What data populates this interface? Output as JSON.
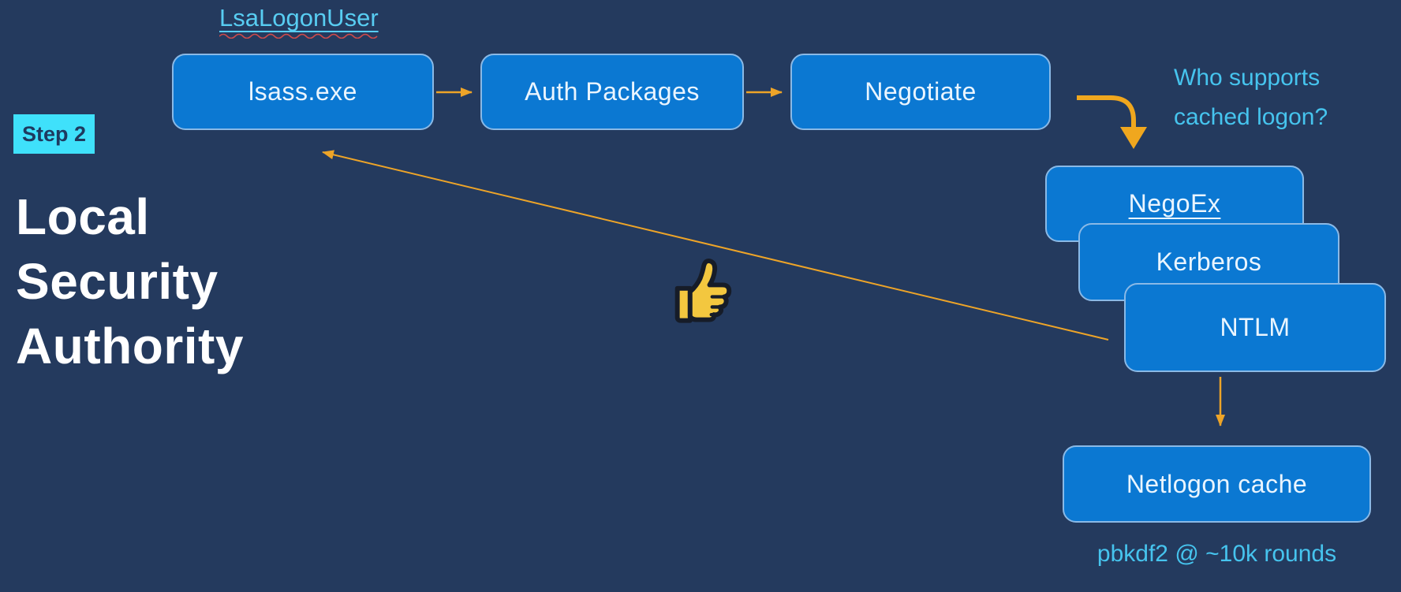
{
  "slide": {
    "step_badge": {
      "label": "Step 2"
    },
    "title": {
      "lines": [
        "Local",
        "Security",
        "Authority"
      ]
    },
    "api_link": {
      "label": "LsaLogonUser"
    },
    "question": {
      "lines": [
        "Who supports",
        "cached logon?"
      ]
    },
    "flow_boxes": [
      {
        "id": "lsass",
        "label": "lsass.exe"
      },
      {
        "id": "auth-packages",
        "label": "Auth Packages"
      },
      {
        "id": "negotiate",
        "label": "Negotiate"
      }
    ],
    "package_stack": [
      {
        "id": "negoex",
        "label": "NegoEx",
        "hyperlink": true
      },
      {
        "id": "kerberos",
        "label": "Kerberos",
        "hyperlink": false
      },
      {
        "id": "ntlm",
        "label": "NTLM",
        "hyperlink": false
      }
    ],
    "cache_box": {
      "label": "Netlogon cache"
    },
    "note": {
      "label": "pbkdf2 @ ~10k rounds"
    },
    "icons": {
      "thumbs_up": "thumbs-up-emoji"
    },
    "colors": {
      "background": "#243a5e",
      "box_fill": "#0b78d2",
      "box_border": "#8ab9e6",
      "box_text": "#eaf5ff",
      "accent_cyan": "#46c4ee",
      "link_cyan": "#58cdf2",
      "arrow_gold": "#eda428",
      "spellcheck_red": "#cc4b4b",
      "badge_bg": "#3fe1fb",
      "badge_text": "#1e3a5f",
      "title_text": "#ffffff",
      "emoji_yellow": "#f3c73f"
    }
  }
}
